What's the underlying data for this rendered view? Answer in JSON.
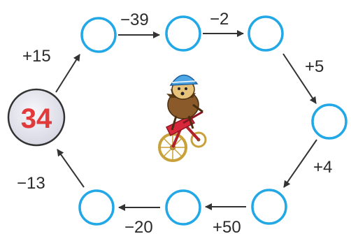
{
  "diagram": {
    "start_number": "34",
    "operations": [
      "+15",
      "−39",
      "−2",
      "+5",
      "+4",
      "+50",
      "−20",
      "−13"
    ],
    "answer_blanks": 7,
    "colors": {
      "start_fill": "#ececf4",
      "start_stroke": "#333333",
      "start_text": "#e23a3a",
      "blank_stroke": "#22a8e6",
      "arrow": "#333333",
      "label": "#2b2b2b"
    },
    "illustration": "hedgehog-on-bicycle"
  }
}
